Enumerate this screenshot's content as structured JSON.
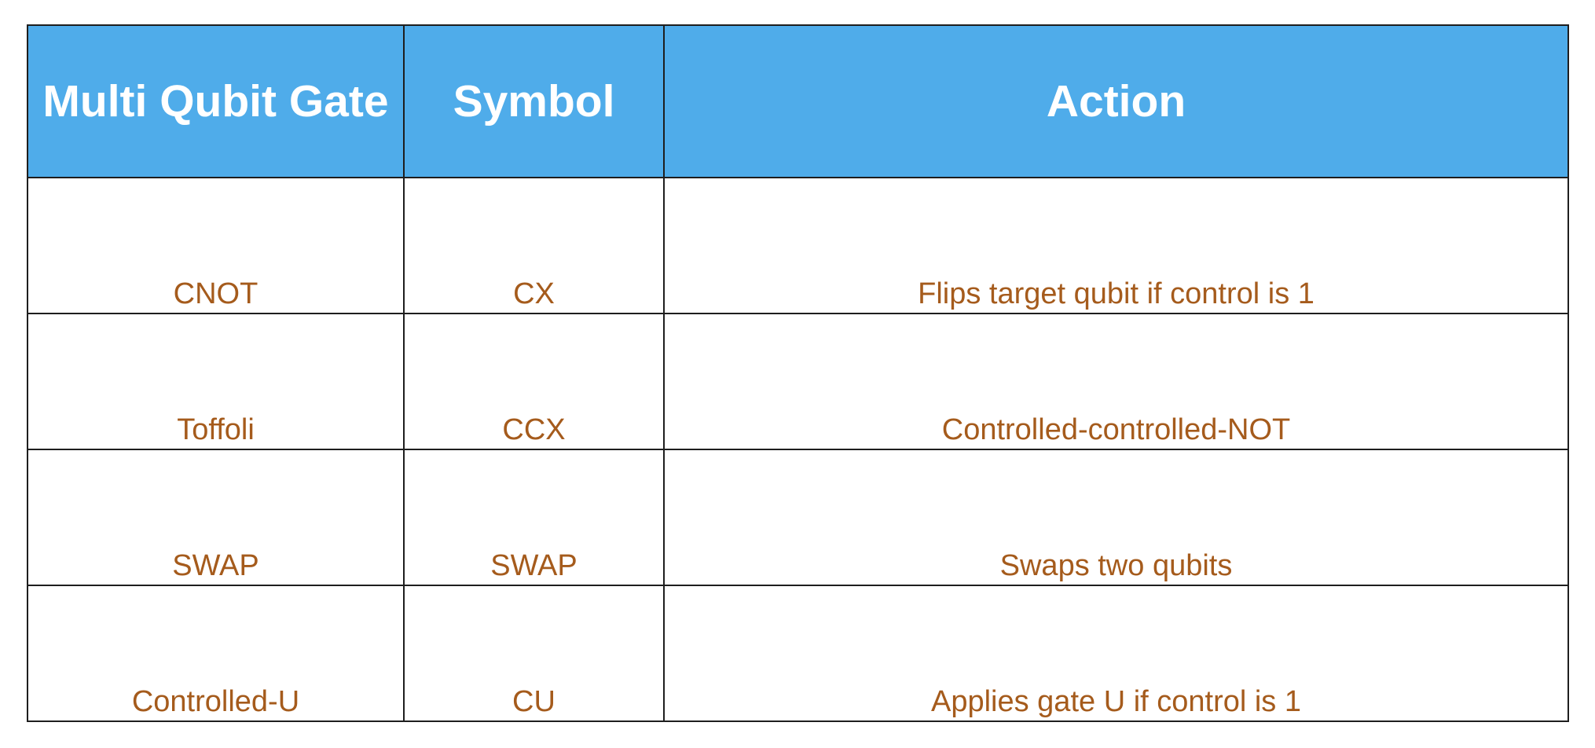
{
  "table": {
    "headers": [
      "Multi Qubit Gate",
      "Symbol",
      "Action"
    ],
    "rows": [
      [
        "CNOT",
        "CX",
        "Flips target qubit if control is 1"
      ],
      [
        "Toffoli",
        "CCX",
        "Controlled-controlled-NOT"
      ],
      [
        "SWAP",
        "SWAP",
        "Swaps two qubits"
      ],
      [
        "Controlled-U",
        "CU",
        "Applies gate U if control is 1"
      ]
    ]
  },
  "colors": {
    "header_background": "#4facea",
    "header_text": "#ffffff",
    "body_text": "#a55b1c",
    "border": "#1e1e1e"
  }
}
